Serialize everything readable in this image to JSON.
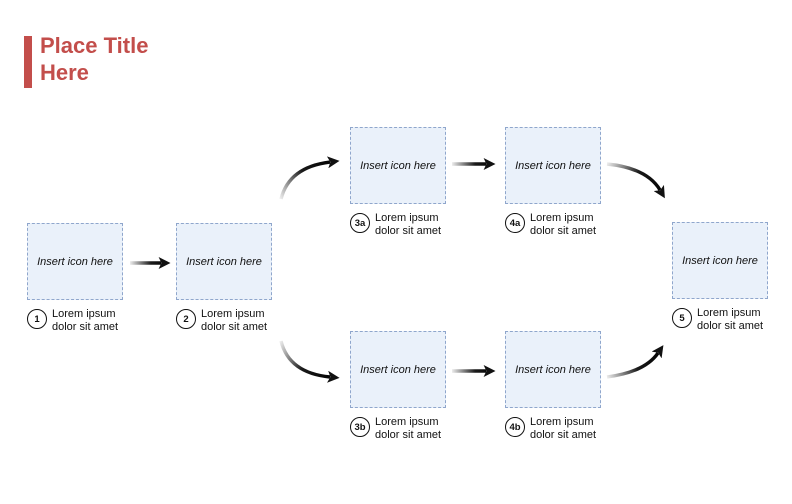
{
  "title": {
    "line1": "Place Title",
    "line2": "Here"
  },
  "colors": {
    "accent": "#C34E4B",
    "box_fill": "#EAF1FA",
    "box_border": "#8FA6CC",
    "arrow_dark": "#111111",
    "arrow_light": "#E8E8E8",
    "text": "#111111"
  },
  "nodes": [
    {
      "id": "1",
      "placeholder": "Insert icon here",
      "badge": "1",
      "caption1": "Lorem ipsum",
      "caption2": "dolor sit amet"
    },
    {
      "id": "2",
      "placeholder": "Insert icon here",
      "badge": "2",
      "caption1": "Lorem ipsum",
      "caption2": "dolor sit amet"
    },
    {
      "id": "3a",
      "placeholder": "Insert icon here",
      "badge": "3a",
      "caption1": "Lorem ipsum",
      "caption2": "dolor sit amet"
    },
    {
      "id": "4a",
      "placeholder": "Insert icon here",
      "badge": "4a",
      "caption1": "Lorem ipsum",
      "caption2": "dolor sit amet"
    },
    {
      "id": "3b",
      "placeholder": "Insert icon here",
      "badge": "3b",
      "caption1": "Lorem ipsum",
      "caption2": "dolor sit amet"
    },
    {
      "id": "4b",
      "placeholder": "Insert icon here",
      "badge": "4b",
      "caption1": "Lorem ipsum",
      "caption2": "dolor sit amet"
    },
    {
      "id": "5",
      "placeholder": "Insert icon here",
      "badge": "5",
      "caption1": "Lorem ipsum",
      "caption2": "dolor sit amet"
    }
  ]
}
